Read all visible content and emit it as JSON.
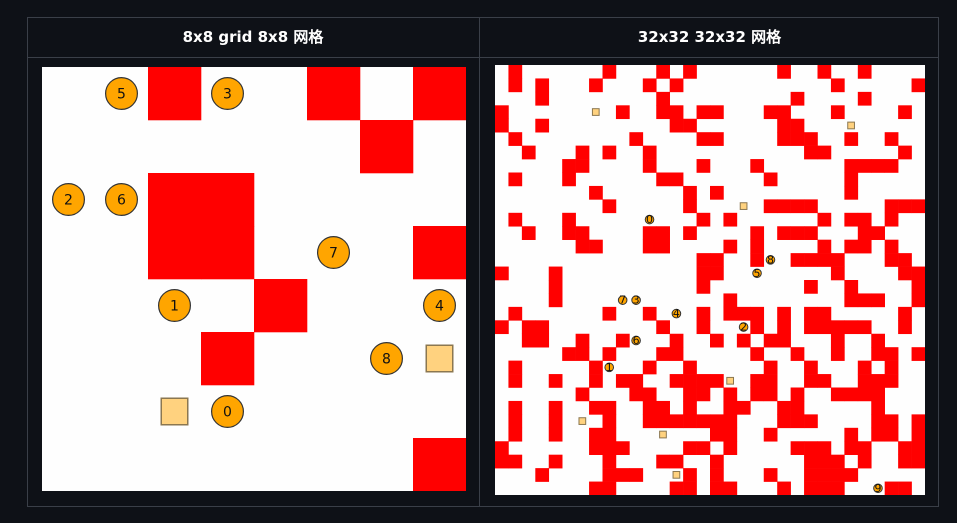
{
  "colors": {
    "background": "#0e1117",
    "cell_empty": "#fefefe",
    "cell_wall": "#ff0000",
    "agent_fill": "#ffa500",
    "agent_stroke": "#333333",
    "goal_fill": "#ffd27f",
    "goal_stroke": "#8b7750"
  },
  "panels": [
    {
      "title": "8x8 grid  8x8 网格",
      "size": 8,
      "walls": [
        [
          0,
          2
        ],
        [
          0,
          5
        ],
        [
          0,
          7
        ],
        [
          1,
          6
        ],
        [
          2,
          2
        ],
        [
          2,
          3
        ],
        [
          3,
          2
        ],
        [
          3,
          3
        ],
        [
          3,
          7
        ],
        [
          4,
          4
        ],
        [
          5,
          3
        ],
        [
          7,
          7
        ]
      ],
      "agents": [
        {
          "label": "0",
          "row": 6.5,
          "col": 3.5
        },
        {
          "label": "1",
          "row": 4.5,
          "col": 2.5
        },
        {
          "label": "2",
          "row": 2.5,
          "col": 0.5
        },
        {
          "label": "3",
          "row": 0.5,
          "col": 3.5
        },
        {
          "label": "4",
          "row": 4.5,
          "col": 7.5
        },
        {
          "label": "5",
          "row": 0.5,
          "col": 1.5
        },
        {
          "label": "6",
          "row": 2.5,
          "col": 1.5
        },
        {
          "label": "7",
          "row": 3.5,
          "col": 5.5
        },
        {
          "label": "8",
          "row": 5.5,
          "col": 6.5
        }
      ],
      "goals": [
        {
          "row": 6.5,
          "col": 2.5
        },
        {
          "row": 5.5,
          "col": 7.5
        }
      ]
    },
    {
      "title": "32x32 32x32 网格",
      "size": 32,
      "walls": [
        [
          0,
          1
        ],
        [
          0,
          8
        ],
        [
          0,
          12
        ],
        [
          0,
          14
        ],
        [
          0,
          21
        ],
        [
          0,
          24
        ],
        [
          0,
          27
        ],
        [
          1,
          1
        ],
        [
          1,
          3
        ],
        [
          1,
          7
        ],
        [
          1,
          11
        ],
        [
          1,
          13
        ],
        [
          1,
          25
        ],
        [
          1,
          31
        ],
        [
          2,
          3
        ],
        [
          2,
          12
        ],
        [
          2,
          22
        ],
        [
          2,
          27
        ],
        [
          3,
          0
        ],
        [
          3,
          9
        ],
        [
          3,
          12
        ],
        [
          3,
          13
        ],
        [
          3,
          15
        ],
        [
          3,
          16
        ],
        [
          3,
          20
        ],
        [
          3,
          21
        ],
        [
          3,
          25
        ],
        [
          3,
          30
        ],
        [
          4,
          0
        ],
        [
          4,
          3
        ],
        [
          4,
          13
        ],
        [
          4,
          14
        ],
        [
          4,
          21
        ],
        [
          4,
          22
        ],
        [
          5,
          1
        ],
        [
          5,
          10
        ],
        [
          5,
          15
        ],
        [
          5,
          16
        ],
        [
          5,
          21
        ],
        [
          5,
          22
        ],
        [
          5,
          23
        ],
        [
          5,
          26
        ],
        [
          5,
          29
        ],
        [
          6,
          2
        ],
        [
          6,
          6
        ],
        [
          6,
          8
        ],
        [
          6,
          11
        ],
        [
          6,
          23
        ],
        [
          6,
          24
        ],
        [
          6,
          30
        ],
        [
          7,
          5
        ],
        [
          7,
          6
        ],
        [
          7,
          11
        ],
        [
          7,
          15
        ],
        [
          7,
          19
        ],
        [
          7,
          26
        ],
        [
          7,
          27
        ],
        [
          7,
          28
        ],
        [
          7,
          29
        ],
        [
          8,
          1
        ],
        [
          8,
          5
        ],
        [
          8,
          12
        ],
        [
          8,
          13
        ],
        [
          8,
          20
        ],
        [
          8,
          26
        ],
        [
          9,
          7
        ],
        [
          9,
          14
        ],
        [
          9,
          16
        ],
        [
          9,
          26
        ],
        [
          10,
          8
        ],
        [
          10,
          14
        ],
        [
          10,
          20
        ],
        [
          10,
          21
        ],
        [
          10,
          22
        ],
        [
          10,
          23
        ],
        [
          10,
          29
        ],
        [
          10,
          30
        ],
        [
          10,
          31
        ],
        [
          11,
          1
        ],
        [
          11,
          5
        ],
        [
          11,
          15
        ],
        [
          11,
          17
        ],
        [
          11,
          24
        ],
        [
          11,
          26
        ],
        [
          11,
          27
        ],
        [
          11,
          29
        ],
        [
          12,
          2
        ],
        [
          12,
          5
        ],
        [
          12,
          6
        ],
        [
          12,
          11
        ],
        [
          12,
          12
        ],
        [
          12,
          14
        ],
        [
          12,
          19
        ],
        [
          12,
          21
        ],
        [
          12,
          22
        ],
        [
          12,
          23
        ],
        [
          12,
          27
        ],
        [
          12,
          28
        ],
        [
          13,
          6
        ],
        [
          13,
          7
        ],
        [
          13,
          11
        ],
        [
          13,
          12
        ],
        [
          13,
          17
        ],
        [
          13,
          19
        ],
        [
          13,
          24
        ],
        [
          13,
          26
        ],
        [
          13,
          27
        ],
        [
          13,
          29
        ],
        [
          14,
          15
        ],
        [
          14,
          16
        ],
        [
          14,
          19
        ],
        [
          14,
          22
        ],
        [
          14,
          23
        ],
        [
          14,
          24
        ],
        [
          14,
          25
        ],
        [
          14,
          29
        ],
        [
          14,
          30
        ],
        [
          15,
          0
        ],
        [
          15,
          4
        ],
        [
          15,
          15
        ],
        [
          15,
          16
        ],
        [
          15,
          25
        ],
        [
          15,
          30
        ],
        [
          15,
          31
        ],
        [
          16,
          4
        ],
        [
          16,
          15
        ],
        [
          16,
          23
        ],
        [
          16,
          26
        ],
        [
          16,
          31
        ],
        [
          17,
          4
        ],
        [
          17,
          17
        ],
        [
          17,
          26
        ],
        [
          17,
          27
        ],
        [
          17,
          28
        ],
        [
          17,
          31
        ],
        [
          18,
          1
        ],
        [
          18,
          8
        ],
        [
          18,
          11
        ],
        [
          18,
          15
        ],
        [
          18,
          17
        ],
        [
          18,
          18
        ],
        [
          18,
          19
        ],
        [
          18,
          21
        ],
        [
          18,
          23
        ],
        [
          18,
          24
        ],
        [
          18,
          30
        ],
        [
          19,
          0
        ],
        [
          19,
          2
        ],
        [
          19,
          3
        ],
        [
          19,
          12
        ],
        [
          19,
          15
        ],
        [
          19,
          19
        ],
        [
          19,
          21
        ],
        [
          19,
          23
        ],
        [
          19,
          24
        ],
        [
          19,
          25
        ],
        [
          19,
          26
        ],
        [
          19,
          27
        ],
        [
          19,
          30
        ],
        [
          20,
          2
        ],
        [
          20,
          3
        ],
        [
          20,
          6
        ],
        [
          20,
          9
        ],
        [
          20,
          13
        ],
        [
          20,
          16
        ],
        [
          20,
          18
        ],
        [
          20,
          20
        ],
        [
          20,
          21
        ],
        [
          20,
          25
        ],
        [
          20,
          28
        ],
        [
          21,
          5
        ],
        [
          21,
          6
        ],
        [
          21,
          8
        ],
        [
          21,
          12
        ],
        [
          21,
          13
        ],
        [
          21,
          19
        ],
        [
          21,
          22
        ],
        [
          21,
          25
        ],
        [
          21,
          28
        ],
        [
          21,
          29
        ],
        [
          21,
          31
        ],
        [
          22,
          1
        ],
        [
          22,
          7
        ],
        [
          22,
          11
        ],
        [
          22,
          14
        ],
        [
          22,
          20
        ],
        [
          22,
          23
        ],
        [
          22,
          27
        ],
        [
          22,
          29
        ],
        [
          23,
          1
        ],
        [
          23,
          4
        ],
        [
          23,
          7
        ],
        [
          23,
          9
        ],
        [
          23,
          10
        ],
        [
          23,
          13
        ],
        [
          23,
          14
        ],
        [
          23,
          15
        ],
        [
          23,
          16
        ],
        [
          23,
          19
        ],
        [
          23,
          20
        ],
        [
          23,
          23
        ],
        [
          23,
          24
        ],
        [
          23,
          27
        ],
        [
          23,
          28
        ],
        [
          23,
          29
        ],
        [
          24,
          6
        ],
        [
          24,
          10
        ],
        [
          24,
          11
        ],
        [
          24,
          14
        ],
        [
          24,
          15
        ],
        [
          24,
          17
        ],
        [
          24,
          19
        ],
        [
          24,
          20
        ],
        [
          24,
          22
        ],
        [
          24,
          25
        ],
        [
          24,
          26
        ],
        [
          24,
          27
        ],
        [
          24,
          28
        ],
        [
          25,
          1
        ],
        [
          25,
          4
        ],
        [
          25,
          7
        ],
        [
          25,
          8
        ],
        [
          25,
          11
        ],
        [
          25,
          12
        ],
        [
          25,
          14
        ],
        [
          25,
          17
        ],
        [
          25,
          18
        ],
        [
          25,
          21
        ],
        [
          25,
          22
        ],
        [
          25,
          28
        ],
        [
          26,
          1
        ],
        [
          26,
          4
        ],
        [
          26,
          8
        ],
        [
          26,
          11
        ],
        [
          26,
          12
        ],
        [
          26,
          13
        ],
        [
          26,
          14
        ],
        [
          26,
          15
        ],
        [
          26,
          16
        ],
        [
          26,
          17
        ],
        [
          26,
          21
        ],
        [
          26,
          22
        ],
        [
          26,
          23
        ],
        [
          26,
          28
        ],
        [
          26,
          29
        ],
        [
          26,
          31
        ],
        [
          27,
          1
        ],
        [
          27,
          4
        ],
        [
          27,
          7
        ],
        [
          27,
          8
        ],
        [
          27,
          16
        ],
        [
          27,
          17
        ],
        [
          27,
          20
        ],
        [
          27,
          26
        ],
        [
          27,
          28
        ],
        [
          27,
          29
        ],
        [
          27,
          31
        ],
        [
          28,
          0
        ],
        [
          28,
          7
        ],
        [
          28,
          8
        ],
        [
          28,
          9
        ],
        [
          28,
          14
        ],
        [
          28,
          15
        ],
        [
          28,
          17
        ],
        [
          28,
          22
        ],
        [
          28,
          23
        ],
        [
          28,
          24
        ],
        [
          28,
          26
        ],
        [
          28,
          27
        ],
        [
          28,
          30
        ],
        [
          28,
          31
        ],
        [
          29,
          0
        ],
        [
          29,
          1
        ],
        [
          29,
          4
        ],
        [
          29,
          8
        ],
        [
          29,
          12
        ],
        [
          29,
          13
        ],
        [
          29,
          16
        ],
        [
          29,
          23
        ],
        [
          29,
          24
        ],
        [
          29,
          25
        ],
        [
          29,
          27
        ],
        [
          29,
          30
        ],
        [
          29,
          31
        ],
        [
          30,
          3
        ],
        [
          30,
          8
        ],
        [
          30,
          9
        ],
        [
          30,
          10
        ],
        [
          30,
          14
        ],
        [
          30,
          16
        ],
        [
          30,
          20
        ],
        [
          30,
          23
        ],
        [
          30,
          24
        ],
        [
          30,
          25
        ],
        [
          30,
          26
        ],
        [
          31,
          7
        ],
        [
          31,
          8
        ],
        [
          31,
          13
        ],
        [
          31,
          14
        ],
        [
          31,
          16
        ],
        [
          31,
          17
        ],
        [
          31,
          21
        ],
        [
          31,
          23
        ],
        [
          31,
          24
        ],
        [
          31,
          25
        ],
        [
          31,
          29
        ],
        [
          31,
          30
        ]
      ],
      "agents": [
        {
          "label": "0",
          "row": 11.5,
          "col": 11.5
        },
        {
          "label": "1",
          "row": 22.5,
          "col": 8.5
        },
        {
          "label": "2",
          "row": 19.5,
          "col": 18.5
        },
        {
          "label": "3",
          "row": 17.5,
          "col": 10.5
        },
        {
          "label": "4",
          "row": 18.5,
          "col": 13.5
        },
        {
          "label": "5",
          "row": 15.5,
          "col": 19.5
        },
        {
          "label": "6",
          "row": 20.5,
          "col": 10.5
        },
        {
          "label": "7",
          "row": 17.5,
          "col": 9.5
        },
        {
          "label": "8",
          "row": 14.5,
          "col": 20.5
        },
        {
          "label": "9",
          "row": 31.5,
          "col": 28.5
        }
      ],
      "goals": [
        {
          "row": 3.5,
          "col": 7.5
        },
        {
          "row": 4.5,
          "col": 26.5
        },
        {
          "row": 10.5,
          "col": 18.5
        },
        {
          "row": 23.5,
          "col": 17.5
        },
        {
          "row": 26.5,
          "col": 6.5
        },
        {
          "row": 27.5,
          "col": 12.5
        },
        {
          "row": 30.5,
          "col": 13.5
        }
      ]
    }
  ]
}
